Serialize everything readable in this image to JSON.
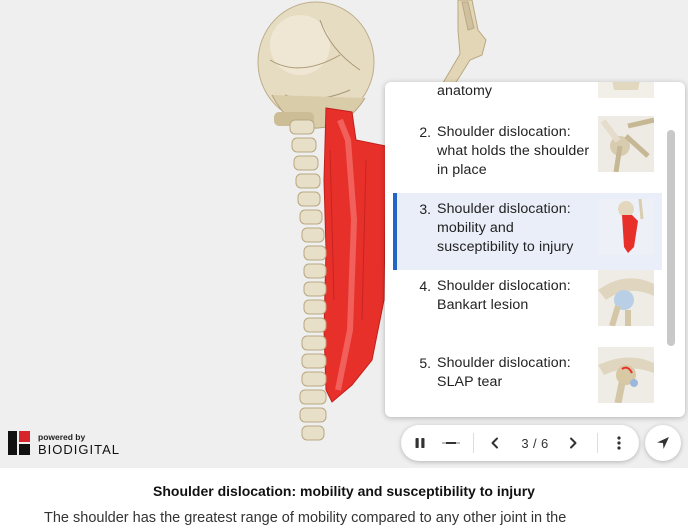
{
  "chapters": [
    {
      "number": "",
      "title": "anatomy",
      "thumb": "shoulder-anatomy-thumb"
    },
    {
      "number": "2.",
      "title": "Shoulder dislocation: what holds the shoulder in place",
      "thumb": "shoulder-joint-thumb"
    },
    {
      "number": "3.",
      "title": "Shoulder dislocation: mobility and susceptibility to injury",
      "thumb": "trapezius-thumb",
      "active": true
    },
    {
      "number": "4.",
      "title": "Shoulder dislocation: Bankart lesion",
      "thumb": "bankart-thumb"
    },
    {
      "number": "5.",
      "title": "Shoulder dislocation: SLAP tear",
      "thumb": "slap-tear-thumb"
    }
  ],
  "player": {
    "page_counter": "3 / 6",
    "icons": [
      "pause-icon",
      "progress-icon",
      "chevron-left-icon",
      "chevron-right-icon",
      "more-vertical-icon",
      "navigate-icon"
    ]
  },
  "branding": {
    "powered_by": "powered by",
    "name": "BIODIGITAL"
  },
  "caption": {
    "title": "Shoulder dislocation: mobility and susceptibility to injury",
    "body": "The shoulder has the greatest range of mobility compared to any other joint in the"
  },
  "colors": {
    "accent": "#2264c8",
    "muscle": "#e8302b",
    "bone": "#e6dcc2",
    "background": "#efefef"
  }
}
